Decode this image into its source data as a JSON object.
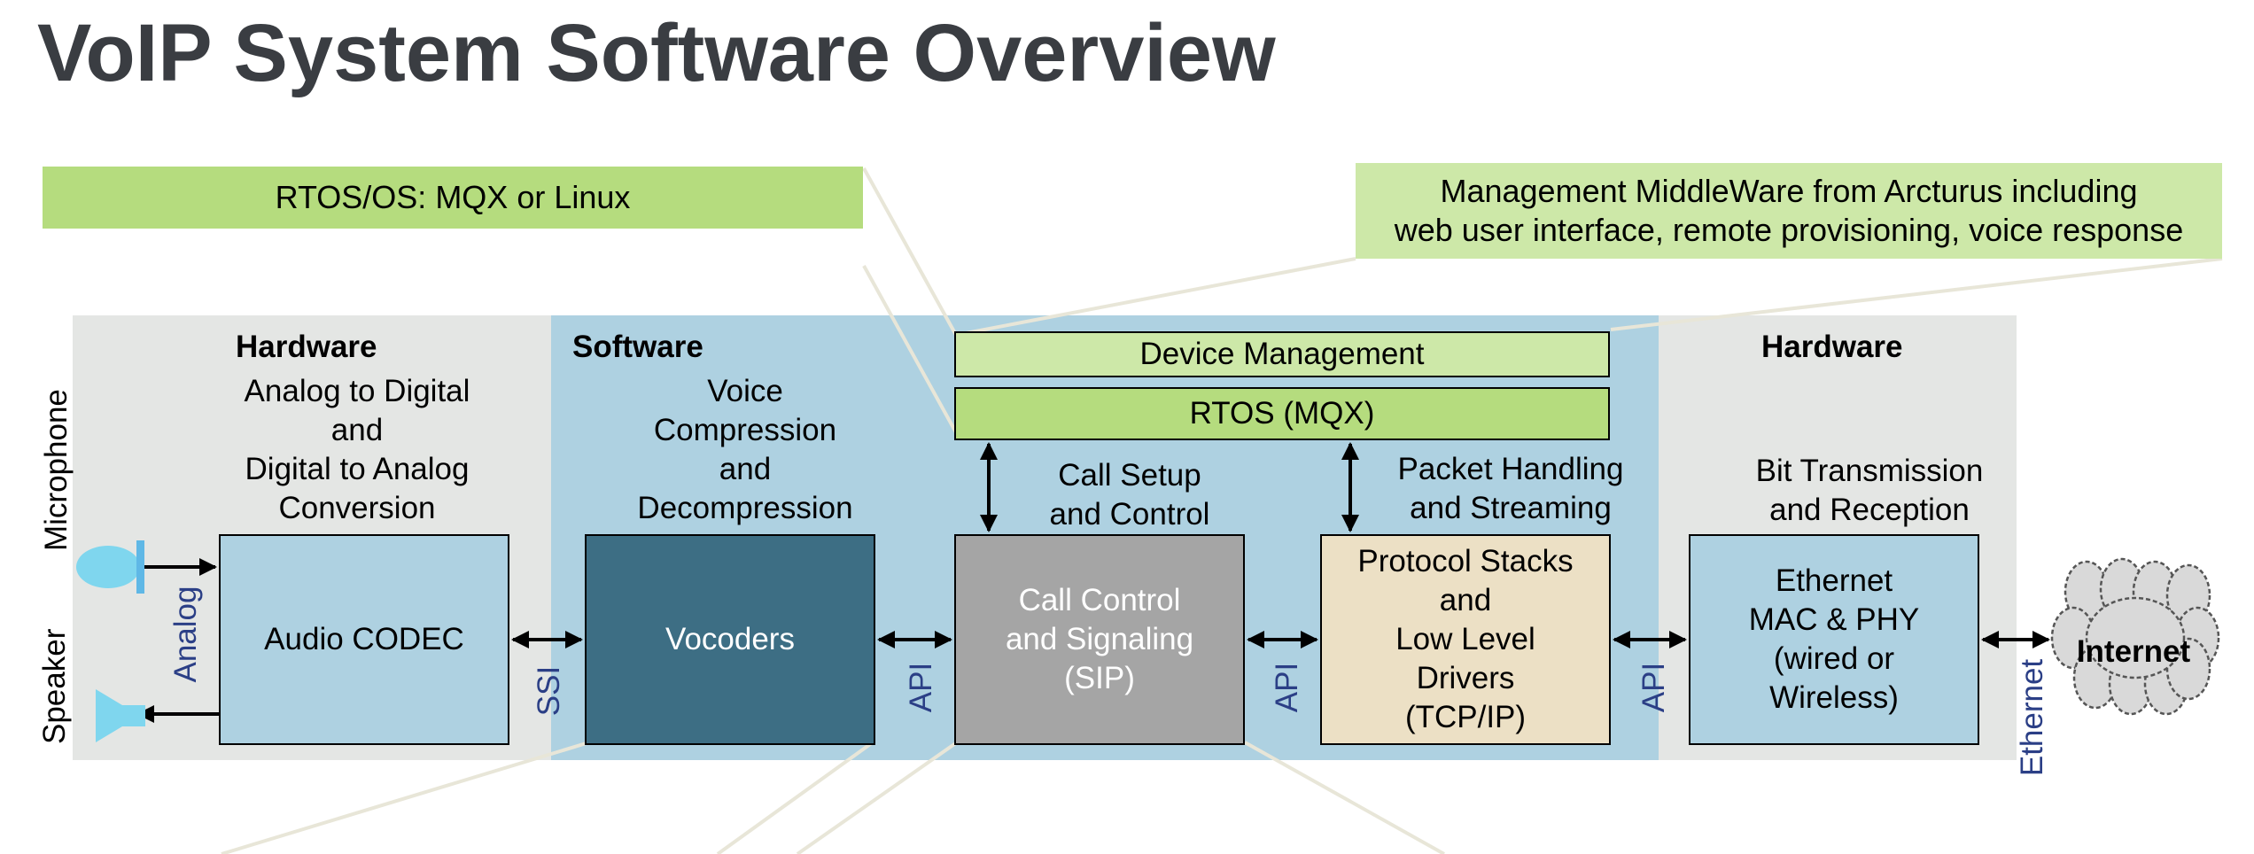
{
  "title": "VoIP System Software Overview",
  "banners": {
    "rtos_os": "RTOS/OS: MQX or Linux",
    "middleware_line1": "Management MiddleWare from Arcturus including",
    "middleware_line2": "web user interface, remote provisioning, voice response"
  },
  "sections": {
    "hardware_left": "Hardware",
    "software": "Software",
    "hardware_right": "Hardware"
  },
  "descriptions": {
    "adc": [
      "Analog to Digital",
      "and",
      "Digital to Analog",
      "Conversion"
    ],
    "voice": [
      "Voice",
      "Compression",
      "and",
      "Decompression"
    ],
    "call_setup": [
      "Call Setup",
      "and Control"
    ],
    "packet": [
      "Packet Handling",
      "and Streaming"
    ],
    "bit": [
      "Bit Transmission",
      "and Reception"
    ]
  },
  "blocks": {
    "device_management": "Device Management",
    "rtos_mqx": "RTOS (MQX)",
    "audio_codec": "Audio CODEC",
    "vocoders": "Vocoders",
    "call_control": [
      "Call Control",
      "and Signaling",
      "(SIP)"
    ],
    "protocol_stacks": [
      "Protocol Stacks",
      "and",
      "Low Level",
      "Drivers",
      "(TCP/IP)"
    ],
    "ethernet_mac": [
      "Ethernet",
      "MAC & PHY",
      "(wired or",
      "Wireless)"
    ]
  },
  "interfaces": {
    "microphone": "Microphone",
    "speaker": "Speaker",
    "analog": "Analog",
    "ssi": "SSI",
    "api_1": "API",
    "api_2": "API",
    "api_3": "API",
    "ethernet": "Ethernet",
    "internet": "Internet"
  },
  "colors": {
    "title": "#3a3d42",
    "hardware_panel": "#e4e6e4",
    "software_panel": "#aed1e1",
    "banner_green": "#b5dc7e",
    "banner_light_green": "#cde8a8",
    "codec_box": "#aed1e1",
    "vocoder_box": "#3d6e84",
    "call_control_box": "#a5a5a5",
    "protocol_box": "#ece0c5",
    "api_text": "#2b3f86",
    "mic_icon": "#7fd6ee"
  }
}
